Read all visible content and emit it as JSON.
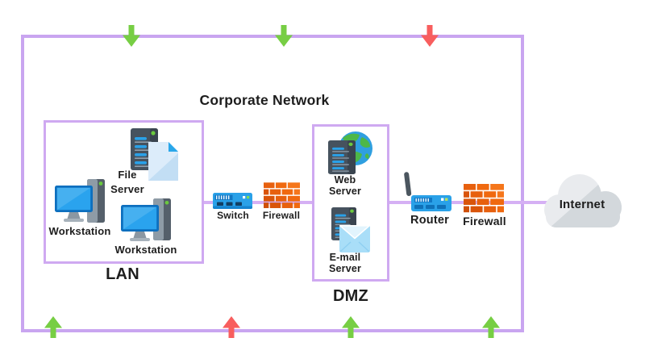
{
  "header": {
    "title": "Corporate Network"
  },
  "boxes": {
    "lan": {
      "label": "LAN"
    },
    "dmz": {
      "label": "DMZ"
    }
  },
  "nodes": {
    "file_server": {
      "line1": "File",
      "line2": "Server"
    },
    "workstation1": {
      "label": "Workstation"
    },
    "workstation2": {
      "label": "Workstation"
    },
    "switch": {
      "label": "Switch"
    },
    "firewall_inner": {
      "label": "Firewall"
    },
    "web_server": {
      "line1": "Web",
      "line2": "Server"
    },
    "email_server": {
      "line1": "E-mail",
      "line2": "Server"
    },
    "router": {
      "label": "Router"
    },
    "firewall_outer": {
      "label": "Firewall"
    },
    "internet": {
      "label": "Internet"
    }
  },
  "arrow_colors": {
    "top": [
      "#77ce44",
      "#77ce44",
      "#f85e5e"
    ],
    "bottom": [
      "#77ce44",
      "#f85e5e",
      "#77ce44",
      "#77ce44"
    ]
  },
  "colors": {
    "border_purple": "#c9a5f0",
    "line_purple": "#d5b0f4",
    "arrow_green": "#77ce44",
    "arrow_red": "#f85e5e",
    "device_blue": "#2aa1e8",
    "brick_orange": "#e7600e",
    "server_gray": "#46525e",
    "cloud_gray": "#e9ebee",
    "text_black": "#1d1d1d"
  },
  "icons": [
    "server-tower-icon",
    "file-document-icon",
    "workstation-monitor-icon",
    "pc-tower-icon",
    "network-switch-icon",
    "brick-firewall-icon",
    "globe-icon",
    "email-envelope-icon",
    "wifi-router-icon",
    "cloud-icon",
    "arrow-down-icon",
    "arrow-up-icon"
  ]
}
